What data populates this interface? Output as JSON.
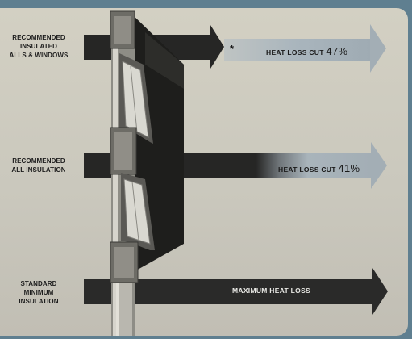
{
  "rows": [
    {
      "label": [
        "RECOMMENDED",
        "INSULATED",
        "ALLS & WINDOWS"
      ],
      "text": "HEAT LOSS CUT",
      "pct": "47%",
      "marker": "*"
    },
    {
      "label": [
        "RECOMMENDED",
        "ALL INSULATION"
      ],
      "text": "HEAT LOSS CUT",
      "pct": "41%"
    },
    {
      "label": [
        "STANDARD",
        "MINIMUM",
        "INSULATION"
      ],
      "text": "MAXIMUM HEAT LOSS"
    }
  ],
  "colors": {
    "dark_arrow": "#262625",
    "light_arrow": "#a8b2b8",
    "wall": "#1e1e1c",
    "background": "#5f7f90"
  }
}
